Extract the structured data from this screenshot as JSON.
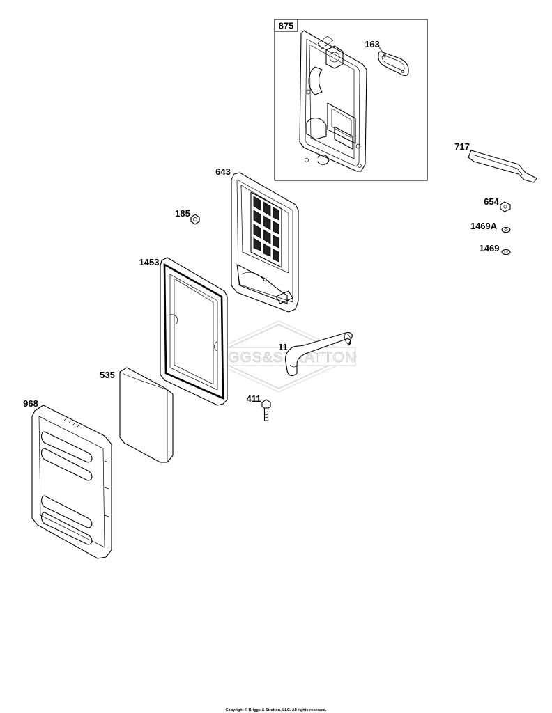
{
  "diagram": {
    "assembly_box_label": "875",
    "callouts": {
      "p875": "875",
      "p163": "163",
      "p717": "717",
      "p643": "643",
      "p185": "185",
      "p654": "654",
      "p1469A": "1469A",
      "p1469": "1469",
      "p1453": "1453",
      "p11": "11",
      "p535": "535",
      "p411": "411",
      "p968": "968"
    },
    "watermark": "BRIGGS&STRATTON",
    "copyright": "Copyright © Briggs & Stratton, LLC. All rights reserved."
  }
}
